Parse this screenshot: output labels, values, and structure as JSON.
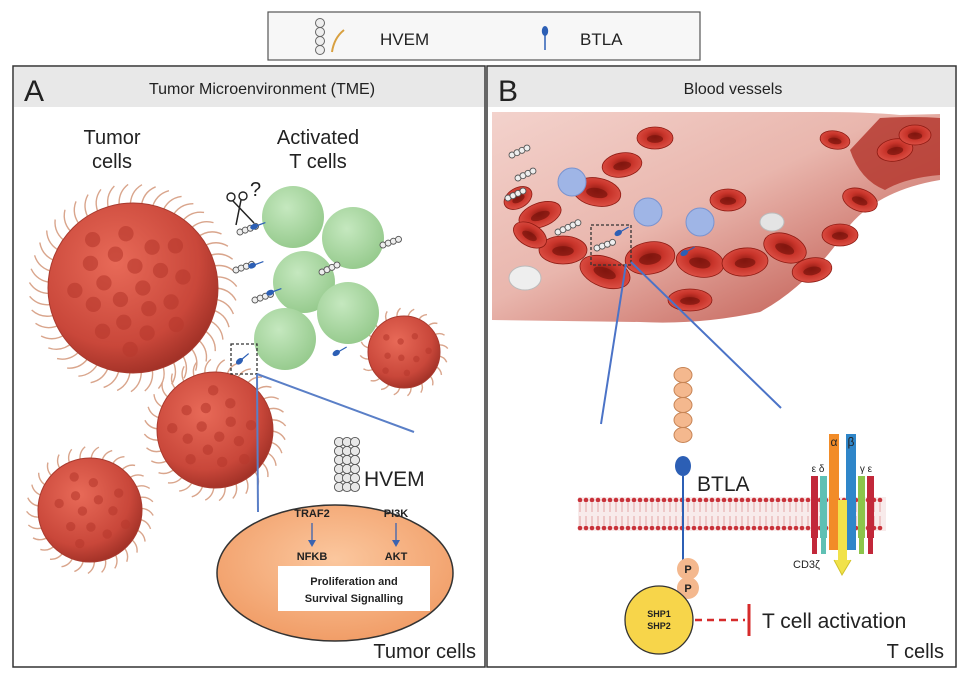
{
  "legend": {
    "hvem_label": "HVEM",
    "btla_label": "BTLA"
  },
  "panel_a": {
    "letter": "A",
    "title": "Tumor Microenvironment (TME)",
    "tumor_cells_label": [
      "Tumor",
      "cells"
    ],
    "activated_t_cells_label": [
      "Activated",
      "T cells"
    ],
    "question_mark": "?",
    "hvem_label": "HVEM",
    "traf2": "TRAF2",
    "pi3k": "PI3K",
    "nfkb": "NFKB",
    "akt": "AKT",
    "signalling_box": [
      "Proliferation and",
      "Survival Signalling"
    ],
    "tumor_cells_caption": "Tumor cells"
  },
  "panel_b": {
    "letter": "B",
    "title": "Blood vessels",
    "btla_label": "BTLA",
    "p1": "P",
    "p2": "P",
    "shp1": "SHP1",
    "shp2": "SHP2",
    "t_cell_activation": "T cell activation",
    "t_cells_caption": "T cells",
    "alpha": "α",
    "beta": "β",
    "epsilon_delta": "ε δ",
    "gamma_epsilon": "γ ε",
    "cd3z": "CD3ζ"
  },
  "colors": {
    "tumor": "#c9473a",
    "tcell": "#a8d5a2",
    "btla": "#2c5fb5",
    "hvem": "#e8e8e8",
    "nucleus": "#f4a878",
    "shp": "#f7d54a",
    "inhibit": "#d62b2b"
  }
}
